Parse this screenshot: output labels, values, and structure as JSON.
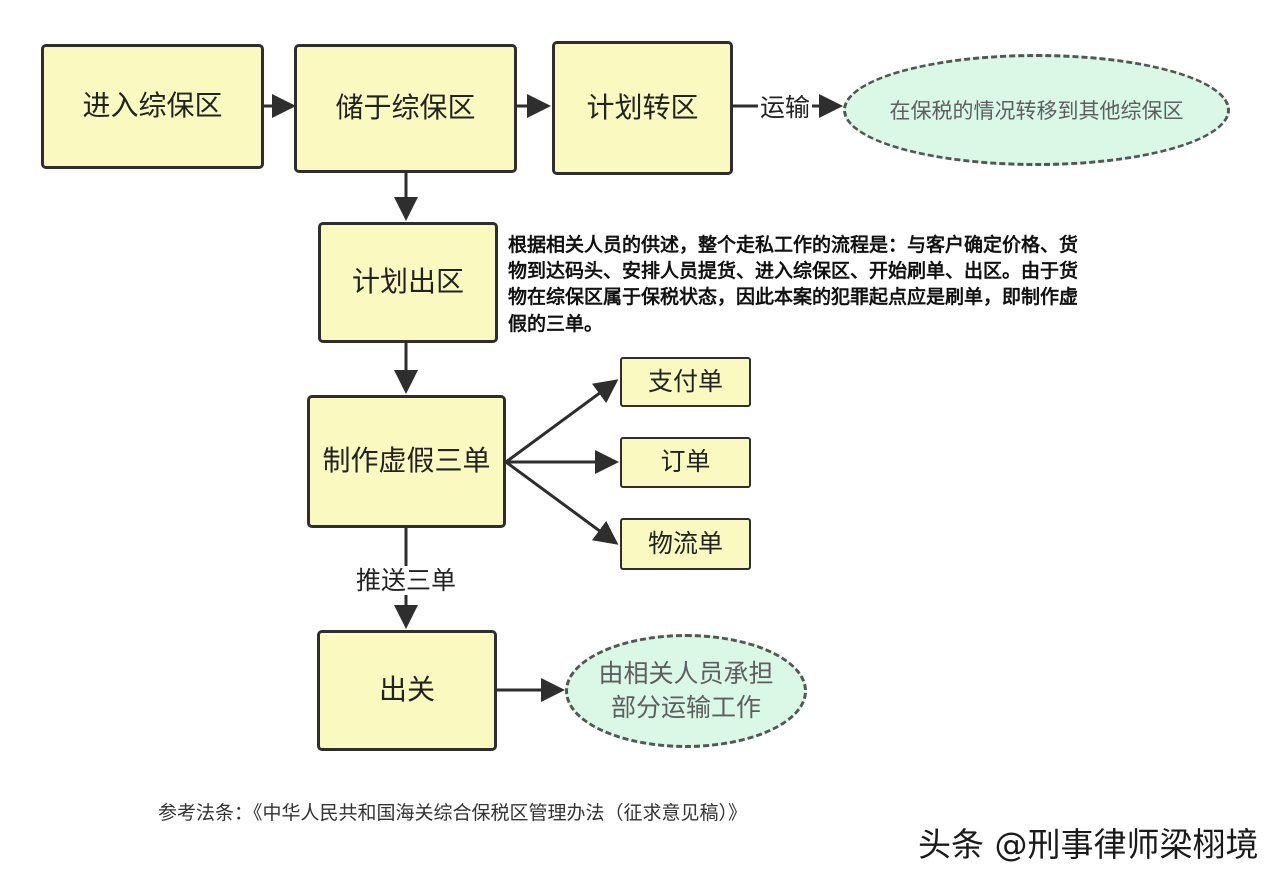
{
  "nodes": {
    "enter_zone": "进入综保区",
    "store_in_zone": "储于综保区",
    "plan_transfer": "计划转区",
    "transfer_destination": "在保税的情况转移到其他综保区",
    "plan_exit": "计划出区",
    "forge_three_docs": "制作虚假三单",
    "payment_doc": "支付单",
    "order_doc": "订单",
    "logistics_doc": "物流单",
    "customs_clearance": "出关",
    "transport_role": "由相关人员承担部分运输工作"
  },
  "edge_labels": {
    "transport": "运输",
    "push_three_docs": "推送三单"
  },
  "annotation": "根据相关人员的供述，整个走私工作的流程是：与客户确定价格、货物到达码头、安排人员提货、进入综保区、开始刷单、出区。由于货物在综保区属于保税状态，因此本案的犯罪起点应是刷单，即制作虚假的三单。",
  "reference": "参考法条：《中华人民共和国海关综合保税区管理办法（征求意见稿）》",
  "watermark": "头条 @刑事律师梁栩境",
  "colors": {
    "box_fill": "#fafac0",
    "box_border": "#2e2e2e",
    "oval_fill": "#daf8e6",
    "oval_border": "#555555",
    "arrow": "#2e2e2e"
  }
}
